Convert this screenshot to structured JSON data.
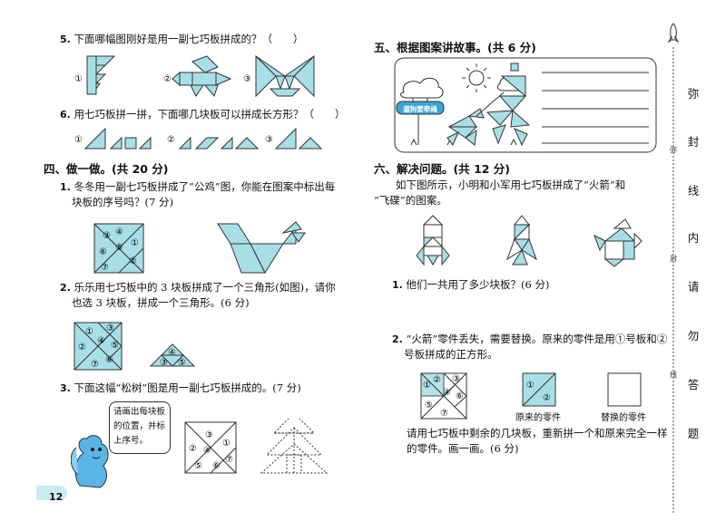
{
  "left": {
    "q5": {
      "num": "5.",
      "text": "下面哪幅图刚好是用一副七巧板拼成的？（　　）",
      "opts": [
        "①",
        "②",
        "③"
      ]
    },
    "q6": {
      "num": "6.",
      "text": "用七巧板拼一拼，下面哪几块板可以拼成长方形？（　　）",
      "opts": [
        "①",
        "②",
        "③"
      ]
    },
    "sec4": "四、做一做。(共 20 分)",
    "q1": {
      "num": "1.",
      "line1": "冬冬用一副七巧板拼成了“公鸡”图，你能在图案中标出每",
      "line2": "块板的序号吗？(7 分)",
      "pieces": [
        "①",
        "②",
        "③",
        "④",
        "⑤",
        "⑥",
        "⑦"
      ]
    },
    "q2": {
      "num": "2.",
      "line1": "乐乐用七巧板中的 3 块板拼成了一个三角形(如图)，请你",
      "line2": "也选 3 块板，拼成一个三角形。(6 分)",
      "pieces": [
        "①",
        "②",
        "③",
        "④",
        "⑤",
        "⑥",
        "⑦"
      ],
      "tri": [
        "③",
        "④",
        "⑤"
      ]
    },
    "q3": {
      "num": "3.",
      "text": "下面这幅“松树”图是用一副七巧板拼成的。(7 分)",
      "bubble": [
        "请画出每块板",
        "的位置，并标",
        "上序号。"
      ],
      "pieces": [
        "①",
        "②",
        "③",
        "④",
        "⑤",
        "⑥",
        "⑦"
      ]
    },
    "page_num": "12"
  },
  "right": {
    "sec5": "五、根据图案讲故事。(共 6 分)",
    "sign": "遛狗要牵绳",
    "sec6": "六、解决问题。(共 12 分)",
    "intro1": "如下图所示，小明和小军用七巧板拼成了“火箭”和",
    "intro2": "“飞碟”的图案。",
    "q1": {
      "num": "1.",
      "text": "他们一共用了多少块板？(6 分)"
    },
    "q2": {
      "num": "2.",
      "line1": "“火箭”零件丢失，需要替换。原来的零件是用①号板和②",
      "line2": "号板拼成的正方形。",
      "label_orig": "原来的零件",
      "label_repl": "替换的零件",
      "line3": "请用七巧板中剩余的几块板，重新拼一个和原来完全一样",
      "line4": "的零件。画一画。(6 分)",
      "pieces": [
        "①",
        "②",
        "③",
        "④",
        "⑤",
        "⑥",
        "⑦"
      ],
      "orig": [
        "①",
        "②"
      ]
    }
  },
  "side": {
    "chars": [
      "弥",
      "封",
      "线",
      "内",
      "请",
      "勿",
      "答",
      "题"
    ],
    "small": [
      "弥",
      "封",
      "线"
    ]
  },
  "colors": {
    "piece_fill": "#a8dfe6",
    "line": "#333333"
  }
}
